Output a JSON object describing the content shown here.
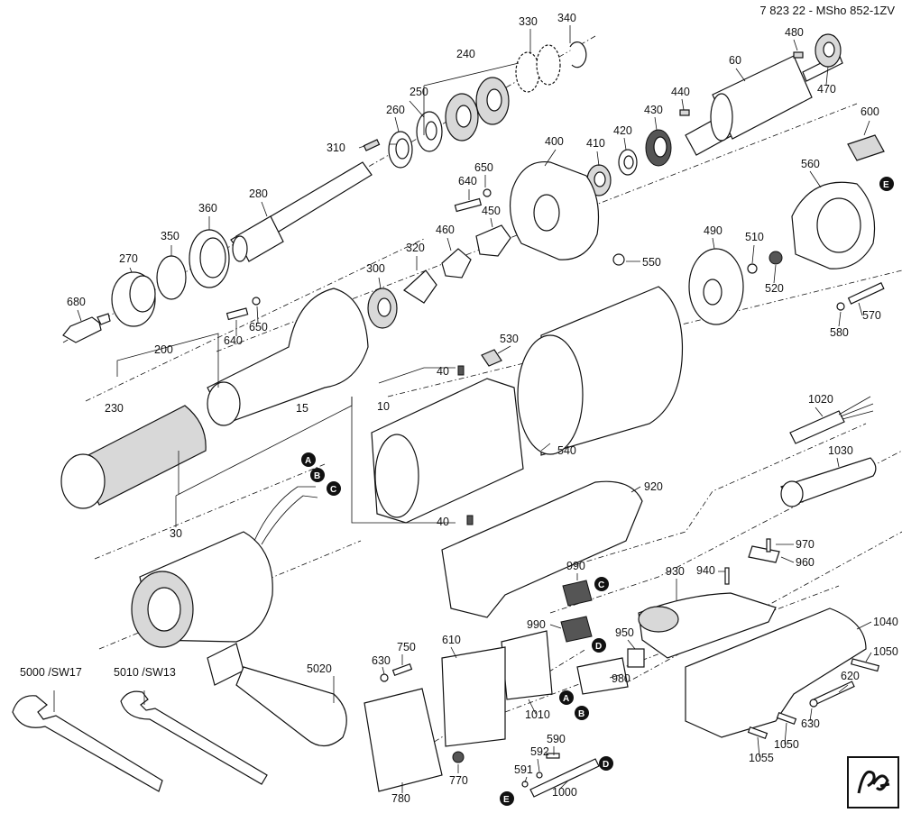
{
  "document": {
    "id": "7 823 22 - MSho 852-1ZV"
  },
  "parts": {
    "p15": "15",
    "p10": "10",
    "p30": "30",
    "p40a": "40",
    "p40b": "40",
    "p60": "60",
    "p200": "200",
    "p230": "230",
    "p240": "240",
    "p250": "250",
    "p260": "260",
    "p270": "270",
    "p280": "280",
    "p300": "300",
    "p310": "310",
    "p320": "320",
    "p330": "330",
    "p340": "340",
    "p350": "350",
    "p360": "360",
    "p400": "400",
    "p410": "410",
    "p420": "420",
    "p430": "430",
    "p440": "440",
    "p450": "450",
    "p460": "460",
    "p470": "470",
    "p480": "480",
    "p490": "490",
    "p510": "510",
    "p520": "520",
    "p530": "530",
    "p540": "540",
    "p550": "550",
    "p560": "560",
    "p570": "570",
    "p580": "580",
    "p600": "600",
    "p610": "610",
    "p620": "620",
    "p630a": "630",
    "p630b": "630",
    "p640a": "640",
    "p640b": "640",
    "p650a": "650",
    "p650b": "650",
    "p680": "680",
    "p750": "750",
    "p770": "770",
    "p780": "780",
    "p590": "590",
    "p591": "591",
    "p592": "592",
    "p920": "920",
    "p930": "930",
    "p940": "940",
    "p950": "950",
    "p960": "960",
    "p970": "970",
    "p980": "980",
    "p990a": "990",
    "p990b": "990",
    "p1000": "1000",
    "p1010": "1010",
    "p1020": "1020",
    "p1030": "1030",
    "p1040": "1040",
    "p1050a": "1050",
    "p1050b": "1050",
    "p1055": "1055",
    "p5000": "5000 /SW17",
    "p5010": "5010 /SW13",
    "p5020": "5020"
  },
  "callouts": {
    "a": "A",
    "b": "B",
    "c": "C",
    "d": "D",
    "e": "E"
  }
}
